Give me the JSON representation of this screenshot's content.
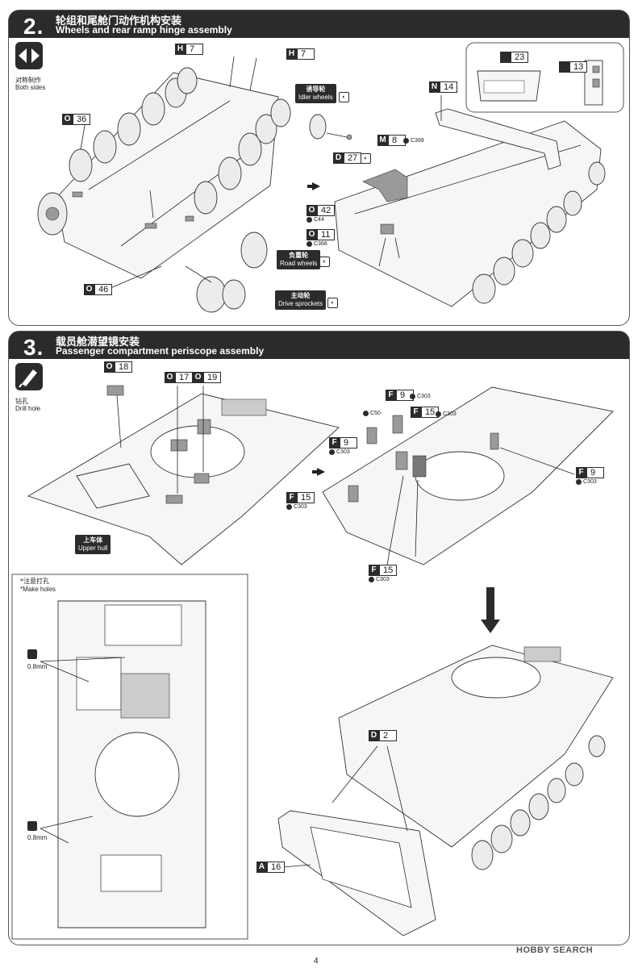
{
  "steps": [
    {
      "number": "2.",
      "title_cn": "轮组和尾舱门动作机构安装",
      "title_en": "Wheels and rear ramp hinge assembly",
      "icon_label_cn": "对称制作",
      "icon_label_en": "Both sides",
      "parts": [
        {
          "letter": "H",
          "num": "7"
        },
        {
          "letter": "H",
          "num": "7"
        },
        {
          "letter": "O",
          "num": "36"
        },
        {
          "letter": "D",
          "num": "27"
        },
        {
          "letter": "M",
          "num": "8"
        },
        {
          "letter": "N",
          "num": "14"
        },
        {
          "letter": "O",
          "num": "42"
        },
        {
          "letter": "O",
          "num": "11"
        },
        {
          "letter": "O",
          "num": "46"
        }
      ],
      "sub_codes": [
        "C368",
        "C44",
        "C368"
      ],
      "inset_parts": [
        {
          "letter": "",
          "num": "23"
        },
        {
          "letter": "",
          "num": "13"
        }
      ],
      "callouts": [
        {
          "cn": "诱导轮",
          "en": "Idler wheels"
        },
        {
          "cn": "负重轮",
          "en": "Road wheels"
        },
        {
          "cn": "主动轮",
          "en": "Drive sprockets"
        }
      ]
    },
    {
      "number": "3.",
      "title_cn": "载员舱潜望镜安装",
      "title_en": "Passenger compartment periscope assembly",
      "icon_label_cn": "钻孔",
      "icon_label_en": "Drill hole",
      "parts": [
        {
          "letter": "O",
          "num": "18"
        },
        {
          "letter": "O",
          "num": "17"
        },
        {
          "letter": "O",
          "num": "19"
        },
        {
          "letter": "F",
          "num": "9"
        },
        {
          "letter": "F",
          "num": "15"
        },
        {
          "letter": "F",
          "num": "9"
        },
        {
          "letter": "F",
          "num": "15"
        },
        {
          "letter": "F",
          "num": "9"
        },
        {
          "letter": "F",
          "num": "15"
        },
        {
          "letter": "D",
          "num": "2"
        },
        {
          "letter": "A",
          "num": "16"
        }
      ],
      "sub_codes": [
        "C303",
        "C50",
        "C303",
        "C303",
        "C303",
        "C303",
        "C303"
      ],
      "upper_hull": {
        "cn": "上车体",
        "en": "Upper hull"
      },
      "note_cn": "*注意打孔",
      "note_en": "*Make holes",
      "drill_size": "0.8mm"
    }
  ],
  "page_number": "4",
  "watermark": "HOBBY SEARCH"
}
